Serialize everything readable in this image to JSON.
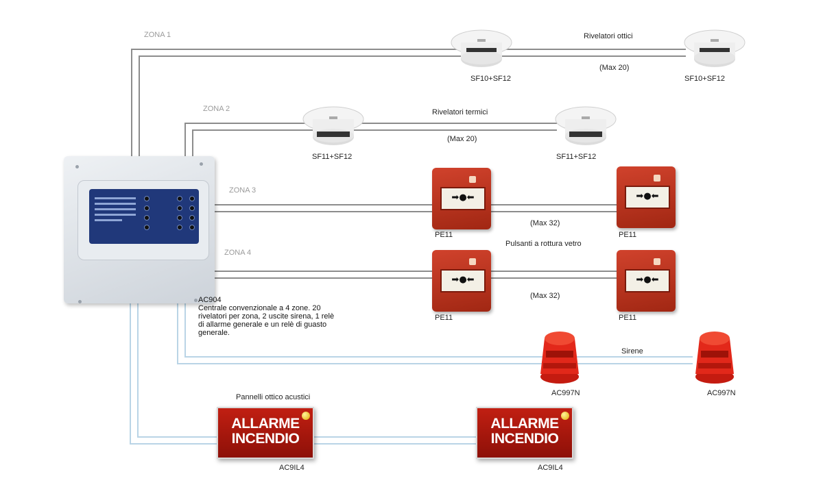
{
  "zones": {
    "z1": "ZONA 1",
    "z2": "ZONA 2",
    "z3": "ZONA 3",
    "z4": "ZONA 4"
  },
  "groups": {
    "optical": "Rivelatori ottici",
    "optical_max": "(Max 20)",
    "thermal": "Rivelatori termici",
    "thermal_max": "(Max 20)",
    "buttons": "Pulsanti a rottura vetro",
    "zone3_max": "(Max 32)",
    "zone4_max": "(Max 32)",
    "sirens": "Sirene",
    "panels": "Pannelli ottico acustici"
  },
  "devices": {
    "optical_1": "SF10+SF12",
    "optical_2": "SF10+SF12",
    "thermal_1": "SF11+SF12",
    "thermal_2": "SF11+SF12",
    "cp_z3_1": "PE11",
    "cp_z3_2": "PE11",
    "cp_z4_1": "PE11",
    "cp_z4_2": "PE11",
    "siren_1": "AC997N",
    "siren_2": "AC997N",
    "panel_1": "AC9IL4",
    "panel_2": "AC9IL4"
  },
  "control": {
    "model": "AC904",
    "description": "Centrale convenzionale a 4 zone. 20 rivelatori per zona, 2 uscite sirena, 1 relè di allarme generale e un relè di guasto generale."
  },
  "alarm_text": {
    "line1": "ALLARME",
    "line2": "INCENDIO"
  },
  "colors": {
    "wire_zone": "#8c8c8c",
    "wire_output": "#b9d4e6",
    "device_red": "#c0321f"
  }
}
